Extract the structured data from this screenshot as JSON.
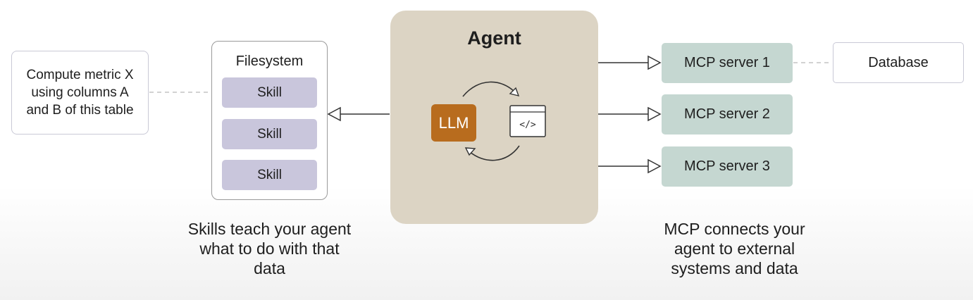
{
  "prompt": {
    "text": "Compute metric X using columns A and B of this table"
  },
  "filesystem": {
    "title": "Filesystem",
    "skills": [
      "Skill",
      "Skill",
      "Skill"
    ]
  },
  "agent": {
    "title": "Agent",
    "llm_label": "LLM",
    "code_glyph": "</>"
  },
  "mcp_servers": [
    "MCP server 1",
    "MCP server 2",
    "MCP server 3"
  ],
  "database": {
    "label": "Database"
  },
  "captions": {
    "skills": "Skills teach your agent what to do with that data",
    "mcp": "MCP connects your agent to external systems and data"
  },
  "colors": {
    "agent_bg": "#dcd4c4",
    "llm_bg": "#b86c1e",
    "skill_bg": "#c9c6dc",
    "mcp_bg": "#c5d7d1"
  },
  "icons": [
    "cycle-arrow-icon",
    "code-window-icon",
    "arrow-head-icon"
  ]
}
